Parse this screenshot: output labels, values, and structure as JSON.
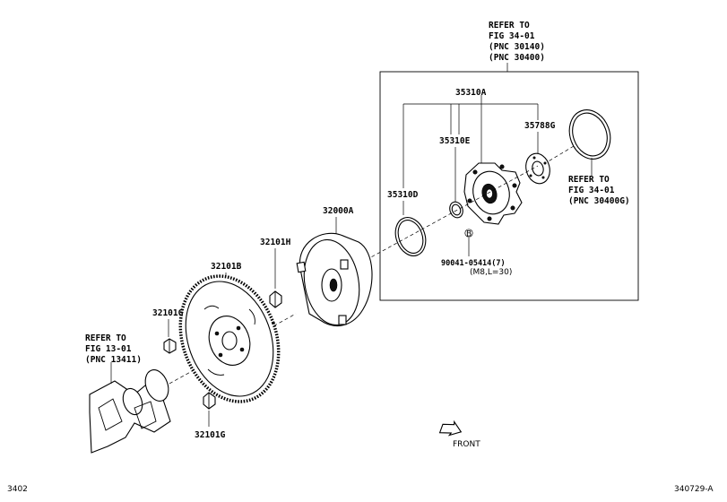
{
  "labels": {
    "refer_top": [
      "REFER TO",
      "FIG 34-01",
      "(PNC 30140)",
      "(PNC 30400)"
    ],
    "refer_right": [
      "REFER TO",
      "FIG 34-01",
      "(PNC 30400G)"
    ],
    "refer_left": [
      "REFER TO",
      "FIG 13-01",
      "(PNC 13411)"
    ],
    "p35310A": "35310A",
    "p35310E": "35310E",
    "p35788G": "35788G",
    "p35310D": "35310D",
    "p32000A": "32000A",
    "p32101H": "32101H",
    "p32101B": "32101B",
    "p32101G_top": "32101G",
    "p32101G_bottom": "32101G",
    "bolt_no": "90041-05414(7)",
    "bolt_spec": "(M8,L=30)",
    "bolt_marker": "B",
    "front": "FRONT",
    "page_left": "3402",
    "page_right": "340729-A"
  },
  "icons": {
    "front_arrow": "front-arrow-icon"
  }
}
